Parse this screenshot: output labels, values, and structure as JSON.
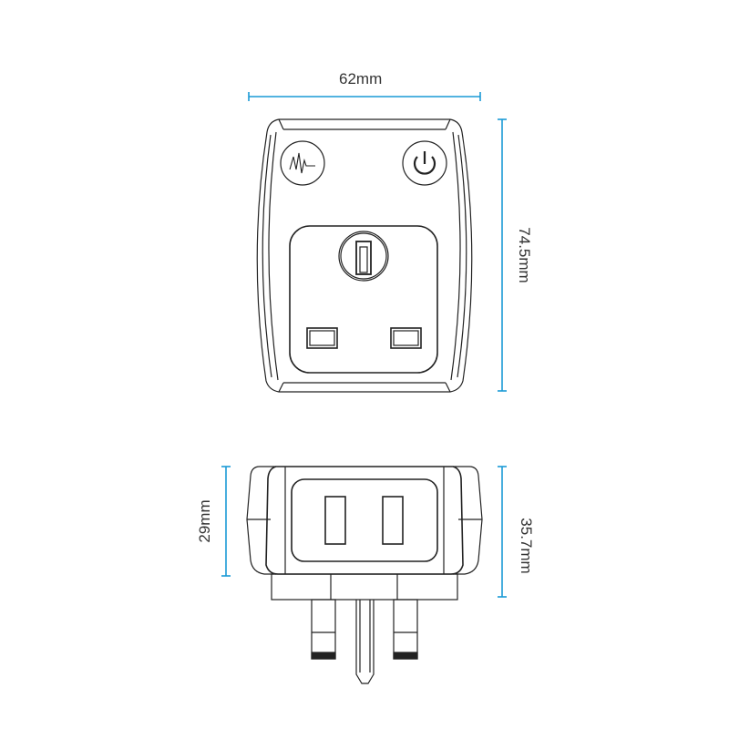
{
  "diagram": {
    "title": "UK smart plug dimension drawing",
    "accent_color": "#1a9ad6",
    "line_color": "#222222",
    "front_view": {
      "width_label": "62mm",
      "height_label": "74.5mm",
      "buttons": [
        {
          "name": "energy-monitor",
          "icon": "waveform-icon"
        },
        {
          "name": "power",
          "icon": "power-icon"
        }
      ],
      "socket": "UK 3-pin socket (Type G)"
    },
    "side_view": {
      "body_depth_label": "29mm",
      "total_depth_label": "35.7mm",
      "pins": "UK 3-pin plug (Type G)"
    }
  }
}
